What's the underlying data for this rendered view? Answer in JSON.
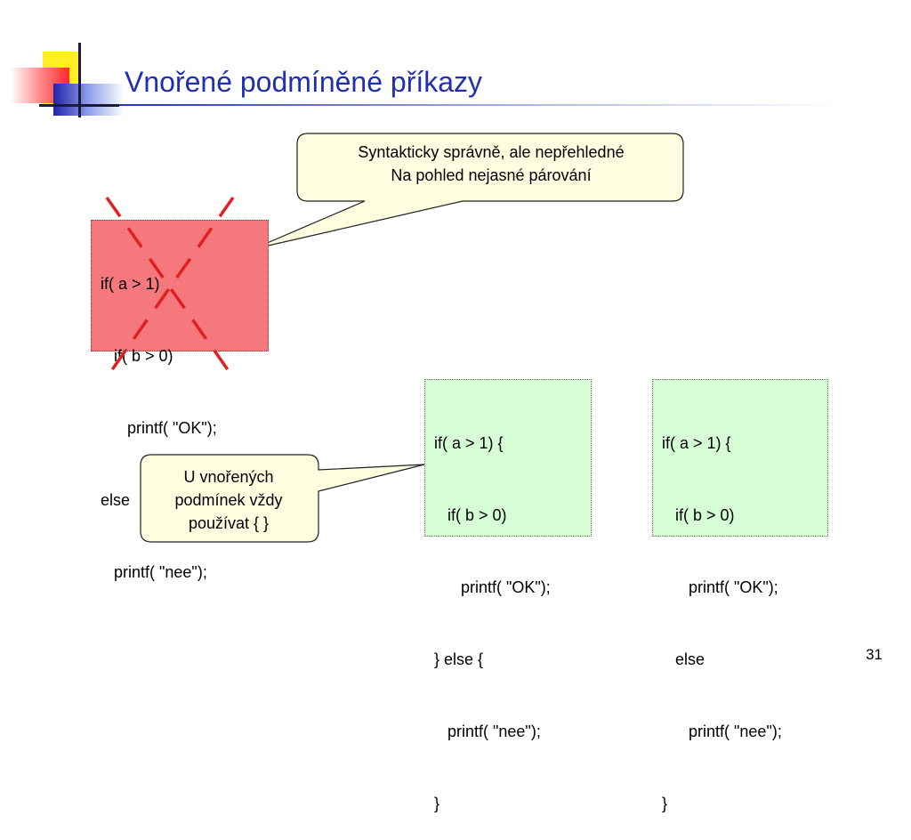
{
  "slide": {
    "title": "Vnořené podmíněné příkazy",
    "page_number": "31"
  },
  "bad_code": {
    "lines": [
      "if( a > 1)",
      "   if( b > 0)",
      "      printf( \"OK\");",
      "else",
      "   printf( \"nee\");"
    ]
  },
  "good_code_1": {
    "lines": [
      "if( a > 1) {",
      "   if( b > 0)",
      "      printf( \"OK\");",
      "} else {",
      "   printf( \"nee\");",
      "}"
    ]
  },
  "good_code_2": {
    "lines": [
      "if( a > 1) {",
      "   if( b > 0)",
      "      printf( \"OK\");",
      "   else",
      "      printf( \"nee\");",
      "}"
    ]
  },
  "callout_top": {
    "line1": "Syntakticky správně, ale nepřehledné",
    "line2": "Na pohled nejasné párování"
  },
  "callout_bottom": {
    "line1": "U vnořených",
    "line2": "podmínek vždy",
    "line3": "používat  { }"
  },
  "colors": {
    "title": "#1f2fb5",
    "bad_box": "#f5787c",
    "good_box": "#d6fdd6",
    "callout": "#fdfde0",
    "cross": "#e02020"
  }
}
